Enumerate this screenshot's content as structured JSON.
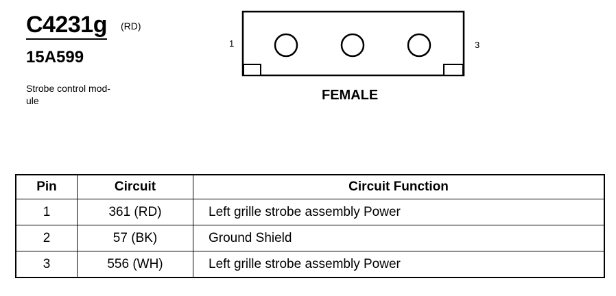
{
  "connector": {
    "id": "C4231g",
    "color": "(RD)",
    "part_number": "15A599",
    "description": "Strobe control mod-ule",
    "description_lines": [
      "Strobe control mod-",
      "ule"
    ],
    "gender": "FEMALE",
    "pin_first": "1",
    "pin_last": "3",
    "cavity_count": 3
  },
  "table": {
    "headers": [
      "Pin",
      "Circuit",
      "Circuit Function"
    ],
    "rows": [
      {
        "pin": "1",
        "circuit": "361 (RD)",
        "function": "Left grille strobe assembly Power"
      },
      {
        "pin": "2",
        "circuit": "57 (BK)",
        "function": "Ground Shield"
      },
      {
        "pin": "3",
        "circuit": "556 (WH)",
        "function": "Left grille strobe assembly Power"
      }
    ]
  }
}
